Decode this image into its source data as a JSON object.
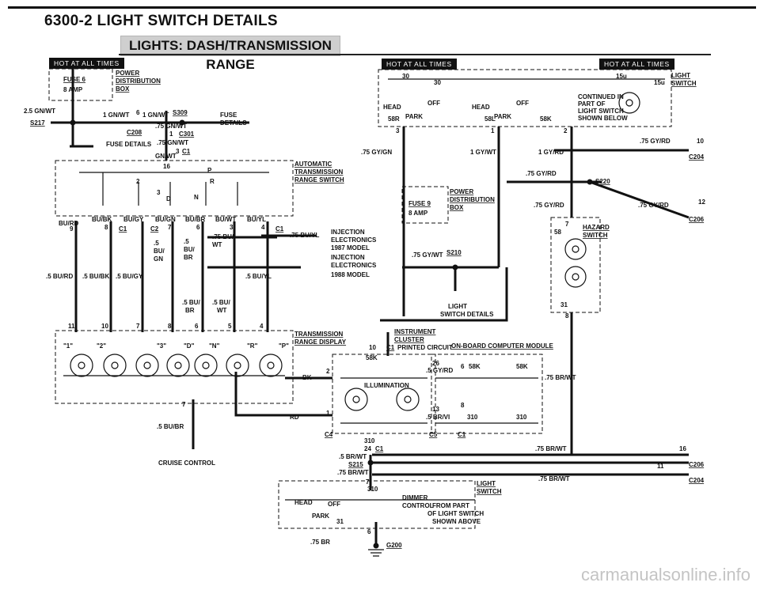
{
  "header": {
    "title": "6300-2  LIGHT SWITCH DETAILS",
    "banner": "LIGHTS: DASH/TRANSMISSION RANGE"
  },
  "hot_at_all_times": "HOT AT ALL TIMES",
  "watermark": "carmanualsonline.info",
  "labels": {
    "fuse6": "FUSE 6",
    "amp8_a": "8 AMP",
    "power_a": "POWER",
    "distribution_a": "DISTRIBUTION",
    "box_a": "BOX",
    "gnwt_25": "2.5 GN/WT",
    "s217": "S217",
    "gnwt_1": "1 GN/WT",
    "pin6": "6",
    "gnwt_1b": "1 GN/WT",
    "s309": "S309",
    "c208": "C208",
    "gnwt_75a": ".75 GN/WT",
    "pin1a": "1",
    "c301": "C301",
    "fuse_details_a": "FUSE DETAILS",
    "fuse_b": "FUSE",
    "details_b": "DETAILS",
    "gnwt_75b": ".75 GN/WT",
    "pin3": "3",
    "c1a": "C1",
    "gnwt_c": "GN/WT",
    "automatic": "AUTOMATIC",
    "transmission": "TRANSMISSION",
    "range_switch": "RANGE SWITCH",
    "p16": "16",
    "pP": "P",
    "p2": "2",
    "pR": "R",
    "p3b": "3",
    "pD": "D",
    "pN": "N",
    "bu_rd": "BU/RD",
    "bu_bk": "BU/BK",
    "bu_gy": "BU/GY",
    "bu_gn": "BU/GN",
    "bu_br": "BU/BR",
    "bu_wt": "BU/WT",
    "bu_yl": "BU/YL",
    "n9": "9",
    "n8": "8",
    "c1b": "C1",
    "c2": "C2",
    "n7": "7",
    "n6": "6",
    "n3": "3",
    "n4": "4",
    "c1c": "C1",
    "bu75": ".75 BU/",
    "wt": "WT",
    "bu5": ".5",
    "bu_": "BU/",
    "gn": "GN",
    "bu5b": ".5",
    "bu_b": "BU/",
    "br": "BR",
    "buyl75": ".75 BU/YL",
    "inj1": "INJECTION",
    "elec1": "ELECTRONICS",
    "model87": "1987 MODEL",
    "inj2": "INJECTION",
    "elec2": "ELECTRONICS",
    "model88": "1988 MODEL",
    "burd5": ".5 BU/RD",
    "bubk5": ".5 BU/BK",
    "bugy5": ".5 BU/GY",
    "buyl5": ".5 BU/YL",
    "bu_br5": ".5 BU/",
    "br2": "BR",
    "bu_wt5": ".5 BU/",
    "wt2": "WT",
    "n11": "11",
    "n10": "10",
    "n7b": "7",
    "n8b": "8",
    "n6b": "6",
    "n5": "5",
    "n4b": "4",
    "q1": "\"1\"",
    "q2": "\"2\"",
    "q3": "\"3\"",
    "qD": "\"D\"",
    "qN": "\"N\"",
    "qR": "\"R\"",
    "qP": "\"P\"",
    "trans_range": "TRANSMISSION",
    "range_display": "RANGE DISPLAY",
    "n7c": "7",
    "bubr5": ".5 BU/BR",
    "cruise": "CRUISE CONTROL",
    "bk": "BK",
    "n2": "2",
    "rd": "RD",
    "n1": "1",
    "instrument": "INSTRUMENT",
    "cluster": "CLUSTER",
    "n10b": "10",
    "c1d": "C1",
    "printed": "PRINTED CIRCUIT",
    "onboard": "ON-BOARD COMPUTER MODULE",
    "n58k": "58K",
    "n26": "26",
    "gyrd5": ".5 GY/RD",
    "n6c": "6",
    "n58k_b": "58K",
    "n58k_c": "58K",
    "illum": "ILLUMINATION",
    "brwt75": ".75 BR/WT",
    "n13": "13",
    "n8c": "8",
    "brvi5": ".5 BR/VI",
    "n310": "310",
    "n310b": "310",
    "c4": "C4",
    "c5": "C5",
    "c1e": "C1",
    "n310c": "310",
    "n24": "24",
    "c1f": "C1",
    "brwt5": ".5 BR/WT",
    "s215": "S215",
    "brwt75b": ".75 BR/WT",
    "brwt75c": ".75 BR/WT",
    "n16": "16",
    "n11b": "11",
    "c206a": "C206",
    "brwt75d": ".75 BR/WT",
    "c204a": "C204",
    "n7d": "7",
    "n310d": "310",
    "light_sw": "LIGHT",
    "switch_sw": "SWITCH",
    "head": "HEAD",
    "off": "OFF",
    "park": "PARK",
    "n31": "31",
    "dimmer": "DIMMER",
    "control": "CONTROL",
    "from_part": "FROM PART",
    "of_light": "OF LIGHT SWITCH",
    "shown_above": "SHOWN ABOVE",
    "n6d": "6",
    "br75": ".75 BR",
    "g200": "G200",
    "n30": "30",
    "n30b": "30",
    "n15u": "15u",
    "n15u2": "15u",
    "light_t": "LIGHT",
    "switch_t": "SWITCH",
    "off_a": "OFF",
    "off_b": "OFF",
    "head_a": "HEAD",
    "head_b": "HEAD",
    "park_a": "PARK",
    "park_b": "PARK",
    "n58r": "58R",
    "n58l": "58L",
    "n58k_d": "58K",
    "n3d": "3",
    "n1d": "1",
    "n2d": "2",
    "continued": "CONTINUED IN",
    "part_of": "PART OF",
    "light_switch_c": "LIGHT SWITCH",
    "shown_below": "SHOWN BELOW",
    "gygn75": ".75 GY/GN",
    "gywt1": "1 GY/WT",
    "gyrd1": "1 GY/RD",
    "gyrd75a": ".75 GY/RD",
    "n10c": "10",
    "c204b": "C204",
    "gyrd75b": ".75 GY/RD",
    "s220": "S220",
    "gyrd75c": ".75 GY/RD",
    "gyrd75d": ".75 GY/RD",
    "n12": "12",
    "c206b": "C206",
    "fuse9": "FUSE 9",
    "amp8_b": "8 AMP",
    "power_b": "POWER",
    "distribution_b": "DISTRIBUTION",
    "box_b": "BOX",
    "gywt75": ".75 GY/WT",
    "s210": "S210",
    "light_d": "LIGHT",
    "switch_details": "SWITCH DETAILS",
    "n7e": "7",
    "n58": "58",
    "hazard": "HAZARD",
    "switch_h": "SWITCH",
    "n31b": "31",
    "n8d": "8"
  }
}
